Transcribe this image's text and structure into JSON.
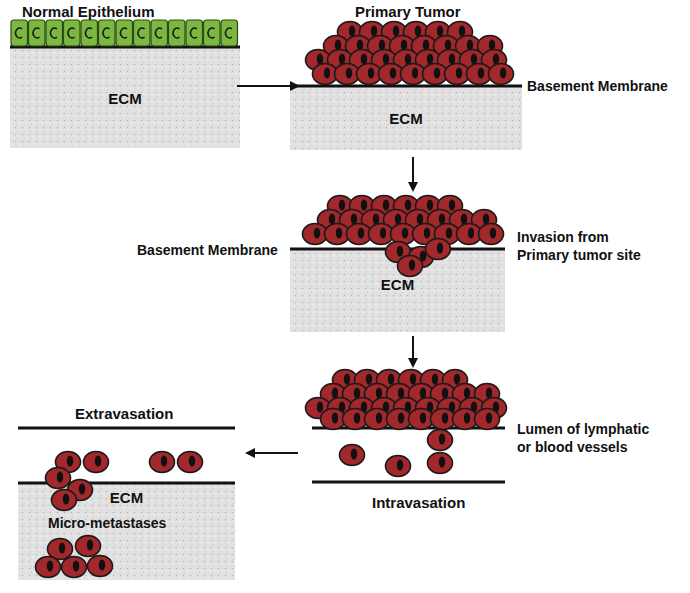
{
  "diagram": {
    "nodes": [
      {
        "text": [
          "ECM"
        ]
      },
      {
        "text": [
          "ECM"
        ]
      },
      {
        "text": [
          "ECM"
        ]
      },
      {
        "text": [
          "ECM"
        ]
      }
    ],
    "labels": [
      "Normal Epithelium",
      "Primary Tumor",
      "Basement Membrane",
      "Basement Membrane",
      "Invasion from Primary tumor site",
      "Extravasation",
      "Lumen of lymphatic or blood vessels",
      "Intravasation",
      "Micro-metastases"
    ]
  }
}
